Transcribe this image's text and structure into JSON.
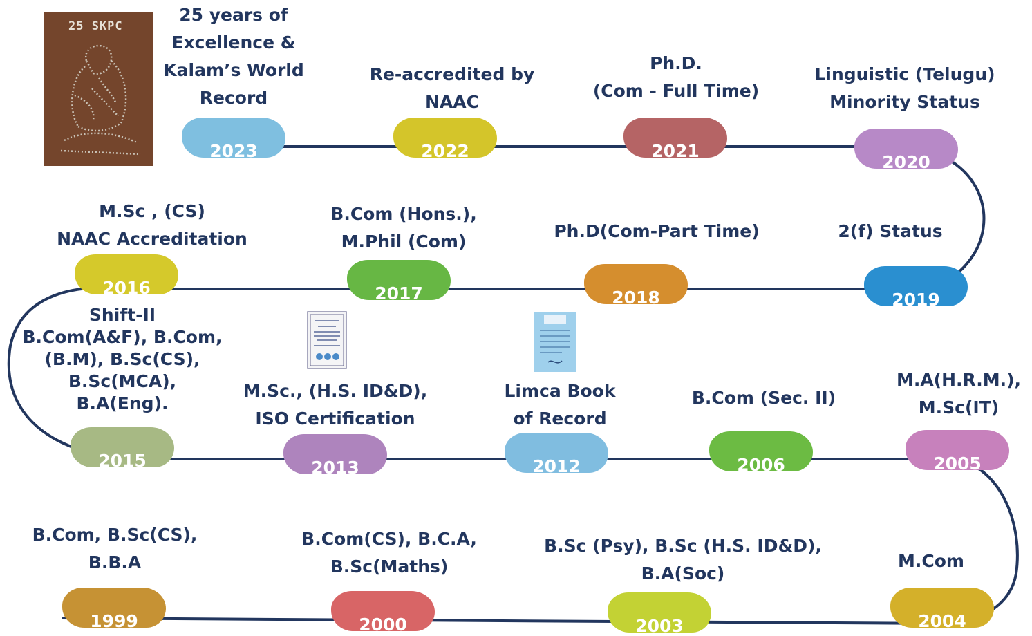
{
  "colors": {
    "line": "#22365e",
    "text": "#22365e"
  },
  "photo": {
    "caption": "25 SKPC",
    "icon": "portrait-artwork-icon"
  },
  "milestones": [
    {
      "year": "2023",
      "label": [
        "25 years of",
        "Excellence &",
        "Kalam’s World",
        "Record"
      ],
      "color": "#7fbfe0"
    },
    {
      "year": "2022",
      "label": [
        "Re-accredited by",
        "NAAC"
      ],
      "color": "#d4c52a"
    },
    {
      "year": "2021",
      "label": [
        "Ph.D.",
        "(Com - Full Time)"
      ],
      "color": "#b56465"
    },
    {
      "year": "2020",
      "label": [
        "Linguistic (Telugu)",
        "Minority Status"
      ],
      "color": "#b789c7"
    },
    {
      "year": "2019",
      "label": [
        "2(f) Status"
      ],
      "color": "#2a8fd0"
    },
    {
      "year": "2018",
      "label": [
        "Ph.D(Com-Part Time)"
      ],
      "color": "#d58e2e"
    },
    {
      "year": "2017",
      "label": [
        "B.Com (Hons.),",
        "M.Phil (Com)"
      ],
      "color": "#67b744"
    },
    {
      "year": "2016",
      "label": [
        "M.Sc , (CS)",
        "NAAC Accreditation"
      ],
      "color": "#d5c92b"
    },
    {
      "year": "2015",
      "label": [
        "Shift-II",
        "B.Com(A&F), B.Com,",
        "(B.M), B.Sc(CS),",
        "B.Sc(MCA),",
        "B.A(Eng)."
      ],
      "color": "#a7b984"
    },
    {
      "year": "2013",
      "label": [
        "M.Sc., (H.S. ID&D),",
        "ISO Certification"
      ],
      "color": "#ae84bd"
    },
    {
      "year": "2012",
      "label": [
        "Limca Book",
        "of Record"
      ],
      "color": "#80bde0"
    },
    {
      "year": "2006",
      "label": [
        "B.Com (Sec. II)"
      ],
      "color": "#6cbb43"
    },
    {
      "year": "2005",
      "label": [
        "M.A(H.R.M.),",
        "M.Sc(IT)"
      ],
      "color": "#c781bc"
    },
    {
      "year": "2004",
      "label": [
        "M.Com"
      ],
      "color": "#d4b02a"
    },
    {
      "year": "2003",
      "label": [
        "B.Sc (Psy), B.Sc (H.S. ID&D),",
        "B.A(Soc)"
      ],
      "color": "#c3d234"
    },
    {
      "year": "2000",
      "label": [
        "B.Com(CS), B.C.A,",
        "B.Sc(Maths)"
      ],
      "color": "#d86566"
    },
    {
      "year": "1999",
      "label": [
        "B.Com, B.Sc(CS),",
        "B.B.A"
      ],
      "color": "#c69234"
    }
  ]
}
